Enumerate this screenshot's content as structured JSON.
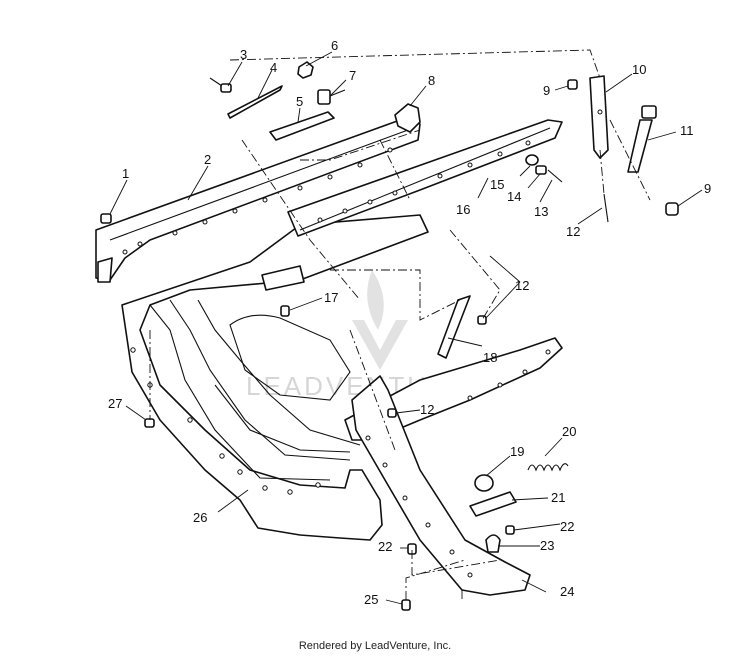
{
  "watermark": "LEADVENTURE",
  "footer": "Rendered by LeadVenture, Inc.",
  "callouts": [
    {
      "id": "c1",
      "label": "1"
    },
    {
      "id": "c2",
      "label": "2"
    },
    {
      "id": "c3",
      "label": "3"
    },
    {
      "id": "c4",
      "label": "4"
    },
    {
      "id": "c5",
      "label": "5"
    },
    {
      "id": "c6",
      "label": "6"
    },
    {
      "id": "c7",
      "label": "7"
    },
    {
      "id": "c8",
      "label": "8"
    },
    {
      "id": "c9a",
      "label": "9"
    },
    {
      "id": "c9b",
      "label": "9"
    },
    {
      "id": "c10",
      "label": "10"
    },
    {
      "id": "c11",
      "label": "11"
    },
    {
      "id": "c12a",
      "label": "12"
    },
    {
      "id": "c12b",
      "label": "12"
    },
    {
      "id": "c12c",
      "label": "12"
    },
    {
      "id": "c13",
      "label": "13"
    },
    {
      "id": "c14",
      "label": "14"
    },
    {
      "id": "c15",
      "label": "15"
    },
    {
      "id": "c16",
      "label": "16"
    },
    {
      "id": "c17",
      "label": "17"
    },
    {
      "id": "c18",
      "label": "18"
    },
    {
      "id": "c19",
      "label": "19"
    },
    {
      "id": "c20",
      "label": "20"
    },
    {
      "id": "c21",
      "label": "21"
    },
    {
      "id": "c22a",
      "label": "22"
    },
    {
      "id": "c22b",
      "label": "22"
    },
    {
      "id": "c23",
      "label": "23"
    },
    {
      "id": "c24",
      "label": "24"
    },
    {
      "id": "c25",
      "label": "25"
    },
    {
      "id": "c26",
      "label": "26"
    },
    {
      "id": "c27",
      "label": "27"
    }
  ]
}
